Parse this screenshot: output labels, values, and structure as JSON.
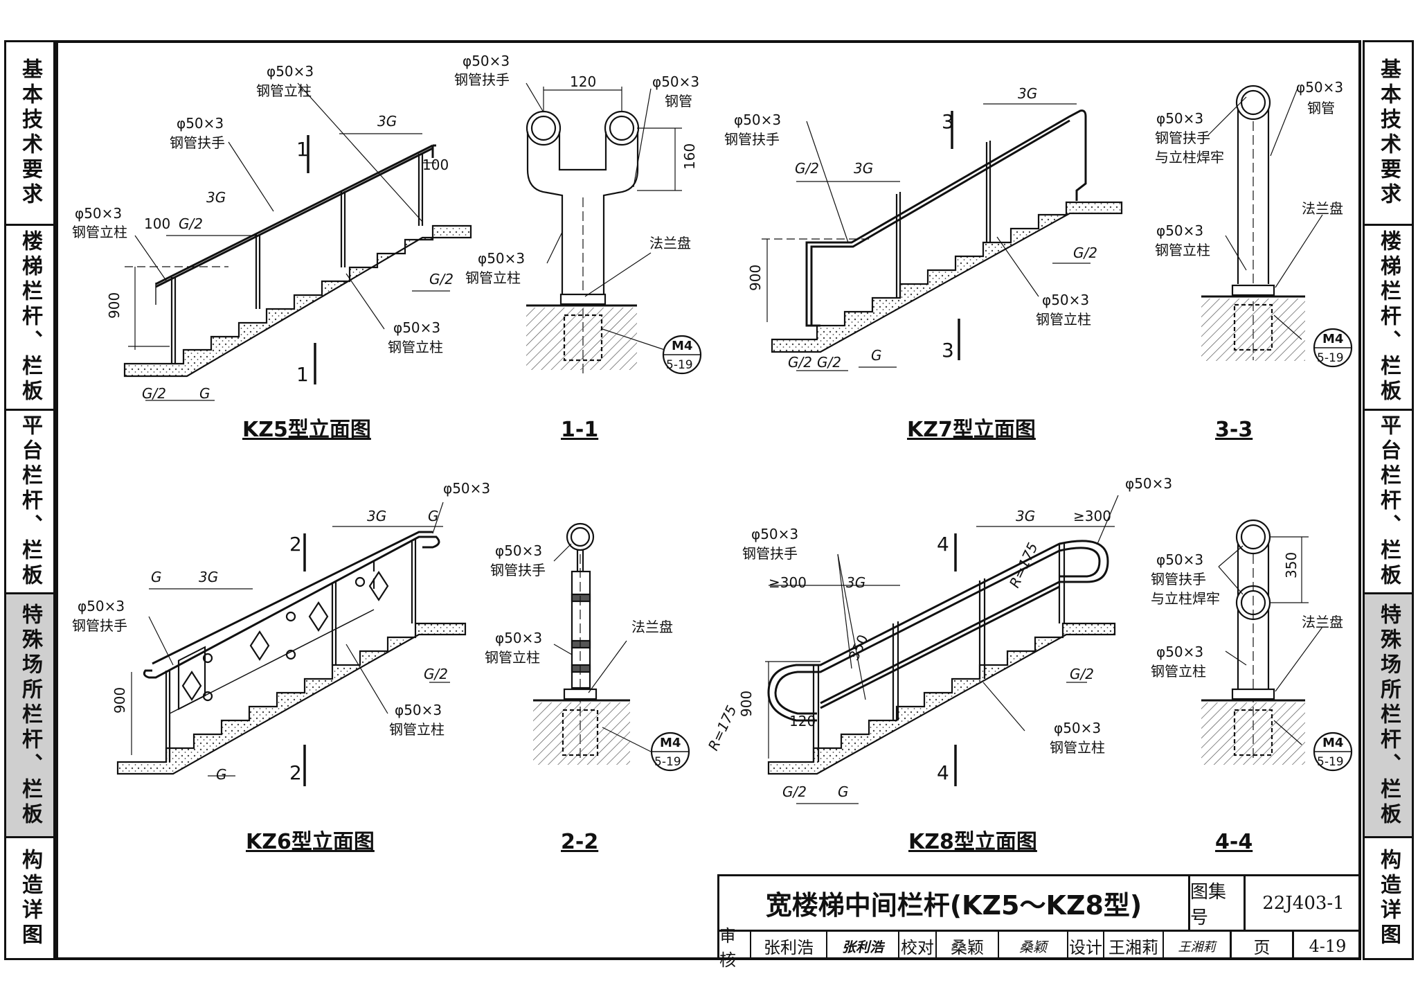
{
  "side_left": [
    {
      "label": "基本技术要求",
      "active": false
    },
    {
      "label": "楼梯栏杆、栏板",
      "active": false
    },
    {
      "label": "平台栏杆、栏板",
      "active": false
    },
    {
      "label": "特殊场所栏杆、栏板",
      "active": true
    },
    {
      "label": "构造详图",
      "active": false
    }
  ],
  "side_right": [
    {
      "label": "基本技术要求",
      "active": false
    },
    {
      "label": "楼梯栏杆、栏板",
      "active": false
    },
    {
      "label": "平台栏杆、栏板",
      "active": false
    },
    {
      "label": "特殊场所栏杆、栏板",
      "active": true
    },
    {
      "label": "构造详图",
      "active": false
    }
  ],
  "views": {
    "kz5": {
      "title": "KZ5型立面图",
      "labels": {
        "pipe_a": "φ50×3",
        "post_a": "钢管立柱",
        "pipe_b": "φ50×3",
        "rail_b": "钢管扶手",
        "pipe_c": "φ50×3",
        "post_c": "钢管立柱",
        "pipe_d": "φ50×3",
        "post_d": "钢管立柱",
        "dim_3g_a": "3G",
        "dim_3g_b": "3G",
        "dim_100a": "100",
        "dim_100b": "100",
        "dim_g2a": "G/2",
        "dim_g2b": "G/2",
        "dim_g2c": "G/2",
        "dim_g": "G",
        "dim_900": "900",
        "sec_top": "1",
        "sec_bot": "1"
      }
    },
    "s11": {
      "title": "1-1",
      "labels": {
        "pipe_a": "φ50×3",
        "rail_a": "钢管扶手",
        "pipe_b": "φ50×3",
        "pipe_b2": "钢管",
        "dim_120": "120",
        "dim_160": "160",
        "flange": "法兰盘",
        "pipe_c": "φ50×3",
        "post_c": "钢管立柱",
        "ref_top": "M4",
        "ref_bot": "5-19"
      }
    },
    "kz7": {
      "title": "KZ7型立面图",
      "labels": {
        "pipe_a": "φ50×3",
        "rail_a": "钢管扶手",
        "pipe_b": "φ50×3",
        "post_b": "钢管立柱",
        "dim_3g_a": "3G",
        "dim_3g_b": "3G",
        "dim_g2a": "G/2",
        "dim_g2b": "G/2",
        "dim_g2c": "G/2",
        "dim_g2d": "G/2",
        "dim_g": "G",
        "dim_900": "900",
        "sec_top": "3",
        "sec_bot": "3"
      }
    },
    "s33": {
      "title": "3-3",
      "labels": {
        "pipe_a": "φ50×3",
        "pipe_a2": "钢管",
        "pipe_b": "φ50×3",
        "rail_b": "钢管扶手",
        "weld": "与立柱焊牢",
        "flange": "法兰盘",
        "pipe_c": "φ50×3",
        "post_c": "钢管立柱",
        "ref_top": "M4",
        "ref_bot": "5-19"
      }
    },
    "kz6": {
      "title": "KZ6型立面图",
      "labels": {
        "pipe_a": "φ50×3",
        "pipe_b": "φ50×3",
        "rail_b": "钢管扶手",
        "pipe_c": "φ50×3",
        "post_c": "钢管立柱",
        "dim_3g_a": "3G",
        "dim_3g_b": "3G",
        "dim_g_a": "G",
        "dim_g_b": "G",
        "dim_g_c": "G",
        "dim_g2": "G/2",
        "dim_900": "900",
        "sec_top": "2",
        "sec_bot": "2"
      }
    },
    "s22": {
      "title": "2-2",
      "labels": {
        "pipe_a": "φ50×3",
        "rail_a": "钢管扶手",
        "pipe_b": "φ50×3",
        "post_b": "钢管立柱",
        "flange": "法兰盘",
        "ref_top": "M4",
        "ref_bot": "5-19"
      }
    },
    "kz8": {
      "title": "KZ8型立面图",
      "labels": {
        "pipe_a": "φ50×3",
        "rail_a": "钢管扶手",
        "pipe_b": "φ50×3",
        "pipe_c": "φ50×3",
        "post_c": "钢管立柱",
        "dim_3g_a": "3G",
        "dim_3g_b": "3G",
        "dim_300a": "≥300",
        "dim_300b": "≥300",
        "dim_350": "350",
        "dim_r175a": "R=175",
        "dim_r175b": "R=175",
        "dim_900": "900",
        "dim_120": "120",
        "dim_g2a": "G/2",
        "dim_g2b": "G/2",
        "dim_g": "G",
        "sec_top": "4",
        "sec_bot": "4"
      }
    },
    "s44": {
      "title": "4-4",
      "labels": {
        "dim_350": "350",
        "pipe_b": "φ50×3",
        "rail_b": "钢管扶手",
        "weld": "与立柱焊牢",
        "flange": "法兰盘",
        "pipe_c": "φ50×3",
        "post_c": "钢管立柱",
        "ref_top": "M4",
        "ref_bot": "5-19"
      }
    }
  },
  "title_block": {
    "drawing_title": "宽楼梯中间栏杆(KZ5～KZ8型)",
    "atlas_label": "图集号",
    "atlas_no": "22J403-1",
    "review_label": "审核",
    "reviewer": "张利浩",
    "reviewer_sig": "张利浩",
    "check_label": "校对",
    "checker": "桑颖",
    "checker_sig": "桑颖",
    "design_label": "设计",
    "designer": "王湘莉",
    "designer_sig": "王湘莉",
    "page_label": "页",
    "page_no": "4-19"
  }
}
